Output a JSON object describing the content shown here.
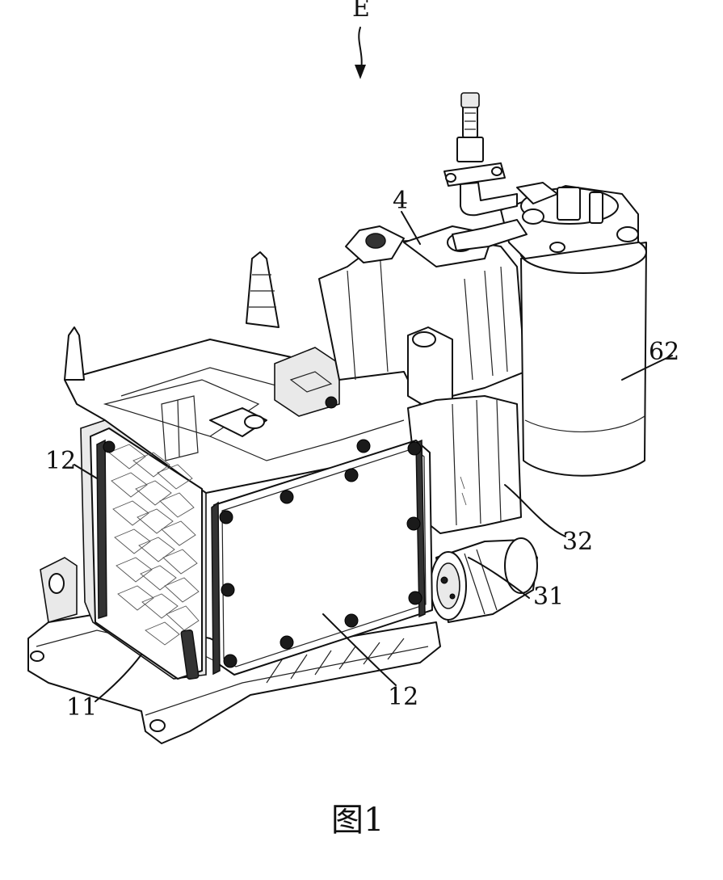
{
  "figure": {
    "caption": "图1",
    "direction_label": "E",
    "labels": {
      "tank": "4",
      "cylinder": "62",
      "left_panel": "12",
      "front_panel": "12",
      "base": "11",
      "pump_body": "32",
      "motor": "31"
    }
  }
}
